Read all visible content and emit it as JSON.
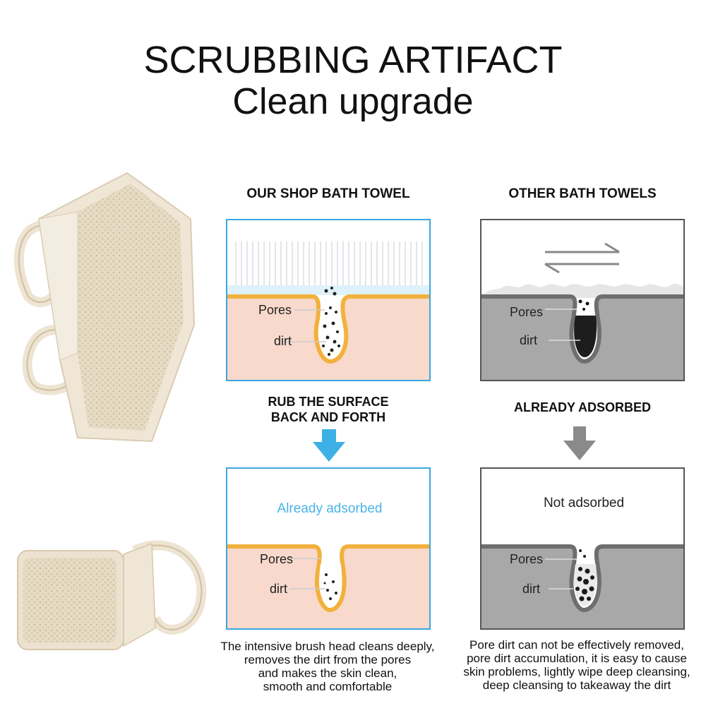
{
  "header": {
    "title": "SCRUBBING ARTIFACT",
    "subtitle": "Clean upgrade"
  },
  "left_column": {
    "heading": "OUR SHOP BATH TOWEL",
    "top_panel": {
      "pores_label": "Pores",
      "dirt_label": "dirt"
    },
    "step_label_line1": "RUB THE SURFACE",
    "step_label_line2": "BACK AND FORTH",
    "bottom_panel": {
      "title": "Already adsorbed",
      "pores_label": "Pores",
      "dirt_label": "dirt"
    },
    "caption_lines": [
      "The intensive brush head cleans deeply,",
      "removes the dirt from the pores",
      "and makes the skin clean,",
      "smooth and comfortable"
    ]
  },
  "right_column": {
    "heading": "OTHER BATH TOWELS",
    "top_panel": {
      "pores_label": "Pores",
      "dirt_label": "dirt"
    },
    "step_label": "ALREADY ADSORBED",
    "bottom_panel": {
      "title": "Not adsorbed",
      "pores_label": "Pores",
      "dirt_label": "dirt"
    },
    "caption_lines": [
      "Pore dirt can not be effectively removed,",
      "pore dirt accumulation, it is easy to cause",
      "skin problems, lightly wipe deep cleansing,",
      "deep cleansing to takeaway the dirt"
    ]
  },
  "colors": {
    "blue_accent": "#3aa8df",
    "skin": "#f8d9cc",
    "skin_edge": "#f2b13c",
    "gray_skin": "#a8a8a8",
    "gray_edge": "#6e6e6e",
    "towel": "#efe6d6"
  },
  "icons": {
    "left_arrow": "arrow-down-icon-blue",
    "right_arrow": "arrow-down-icon-gray",
    "swap": "swap-arrows-icon"
  }
}
